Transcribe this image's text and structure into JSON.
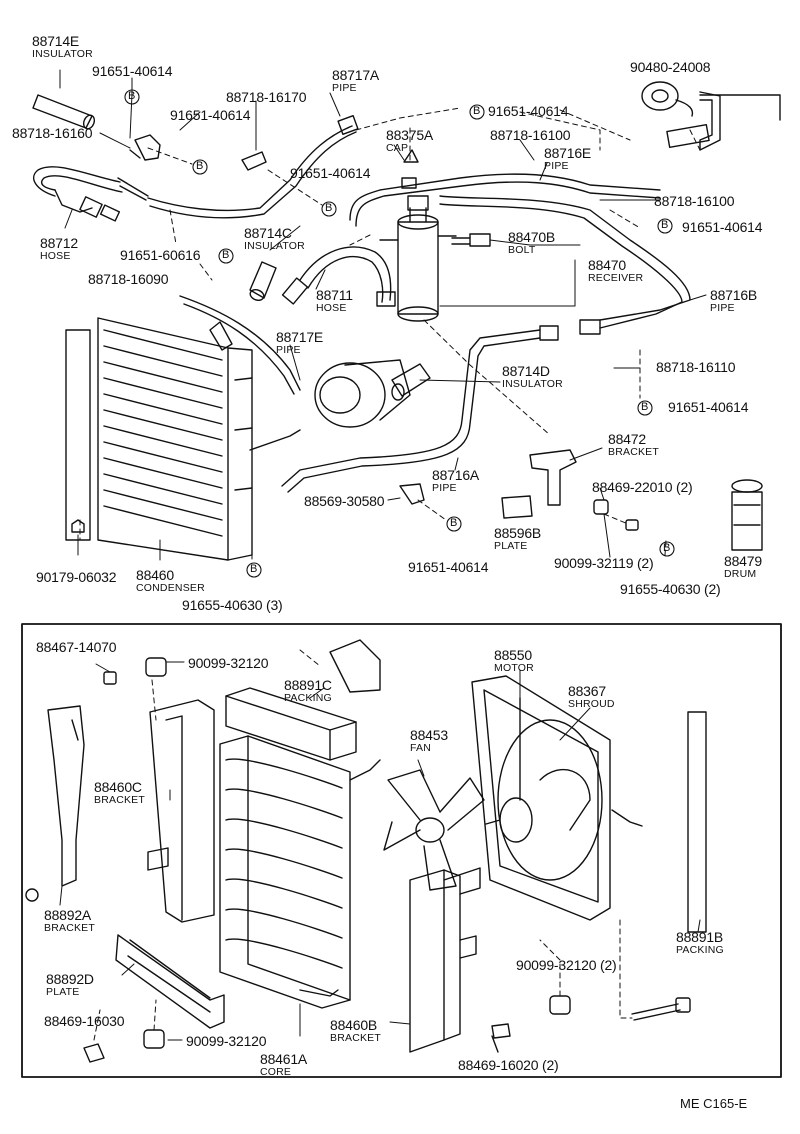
{
  "labels": [
    {
      "pn": "88714E",
      "name": "INSULATOR"
    },
    {
      "pn": "91651-40614"
    },
    {
      "pn": "88717A",
      "name": "PIPE"
    },
    {
      "pn": "90480-24008"
    },
    {
      "pn": "88718-16170"
    },
    {
      "pn": "91651-40614"
    },
    {
      "pn": "88718-16160"
    },
    {
      "pn": "91651-40614"
    },
    {
      "pn": "88375A",
      "name": "CAP"
    },
    {
      "pn": "88718-16100"
    },
    {
      "pn": "88716E",
      "name": "PIPE"
    },
    {
      "pn": "91651-40614"
    },
    {
      "pn": "88718-16100"
    },
    {
      "pn": "91651-40614"
    },
    {
      "pn": "88712",
      "name": "HOSE"
    },
    {
      "pn": "91651-60616"
    },
    {
      "pn": "88714C",
      "name": "INSULATOR"
    },
    {
      "pn": "88470B",
      "name": "BOLT"
    },
    {
      "pn": "88470",
      "name": "RECEIVER"
    },
    {
      "pn": "88718-16090"
    },
    {
      "pn": "88711",
      "name": "HOSE"
    },
    {
      "pn": "88716B",
      "name": "PIPE"
    },
    {
      "pn": "88717E",
      "name": "PIPE"
    },
    {
      "pn": "88718-16110"
    },
    {
      "pn": "88714D",
      "name": "INSULATOR"
    },
    {
      "pn": "91651-40614"
    },
    {
      "pn": "88472",
      "name": "BRACKET"
    },
    {
      "pn": "88716A",
      "name": "PIPE"
    },
    {
      "pn": "88569-30580"
    },
    {
      "pn": "88469-22010 (2)"
    },
    {
      "pn": "88596B",
      "name": "PLATE"
    },
    {
      "pn": "90099-32119 (2)"
    },
    {
      "pn": "88479",
      "name": "DRUM"
    },
    {
      "pn": "90179-06032"
    },
    {
      "pn": "88460",
      "name": "CONDENSER"
    },
    {
      "pn": "91651-40614"
    },
    {
      "pn": "91655-40630 (2)"
    },
    {
      "pn": "91655-40630 (3)"
    },
    {
      "pn": "88467-14070"
    },
    {
      "pn": "90099-32120"
    },
    {
      "pn": "88550",
      "name": "MOTOR"
    },
    {
      "pn": "88891C",
      "name": "PACKING"
    },
    {
      "pn": "88367",
      "name": "SHROUD"
    },
    {
      "pn": "88453",
      "name": "FAN"
    },
    {
      "pn": "88460C",
      "name": "BRACKET"
    },
    {
      "pn": "88892A",
      "name": "BRACKET"
    },
    {
      "pn": "88891B",
      "name": "PACKING"
    },
    {
      "pn": "90099-32120 (2)"
    },
    {
      "pn": "88892D",
      "name": "PLATE"
    },
    {
      "pn": "88469-16030"
    },
    {
      "pn": "90099-32120"
    },
    {
      "pn": "88461A",
      "name": "CORE"
    },
    {
      "pn": "88460B",
      "name": "BRACKET"
    },
    {
      "pn": "88469-16020 (2)"
    }
  ],
  "bolt_marker": "B",
  "figure_code": "ME  C165-E"
}
